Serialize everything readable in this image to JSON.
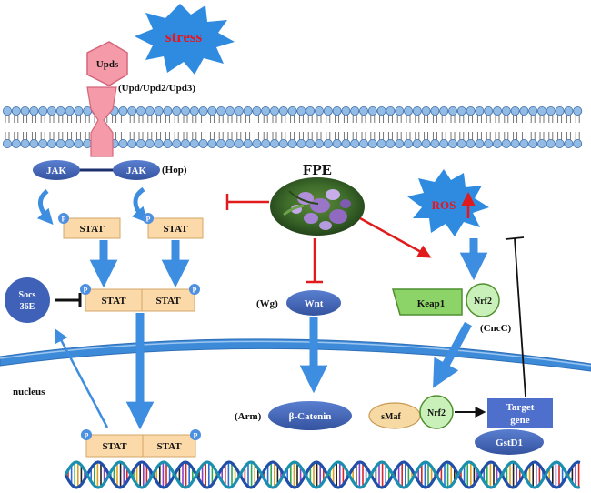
{
  "labels": {
    "stress": "stress",
    "upds": "Upds",
    "upds_variants": "(Upd/Upd2/Upd3)",
    "jak": "JAK",
    "hop": "(Hop)",
    "stat": "STAT",
    "phospho": "P",
    "socs": [
      "Socs",
      "36E"
    ],
    "nucleus": "nucleus",
    "fpe": "FPE",
    "wg": "(Wg)",
    "wnt": "Wnt",
    "arm": "(Arm)",
    "beta_catenin": "β-Catenin",
    "ros": "ROS",
    "keap1": "Keap1",
    "nrf2": "Nrf2",
    "cncc": "(CncC)",
    "smaf": "sMaf",
    "target_gene": [
      "Target",
      "gene"
    ],
    "gstd1": "GstD1"
  },
  "colors": {
    "stress_burst": "#2f8be0",
    "stress_text": "#e8141e",
    "upds": "#f59aa8",
    "membrane_head": "#92bbe6",
    "pill": "#3f62b8",
    "stat_box": "#fbd9a8",
    "arrow_blue": "#3d8de0",
    "inhibit_red": "#e11b1b",
    "keap1": "#8cd468",
    "nrf2": "#c9f0b8",
    "smaf": "#f7d9a3",
    "target_gene": "#4f6fcd",
    "nucleus_membrane": "#3d8ad8"
  }
}
